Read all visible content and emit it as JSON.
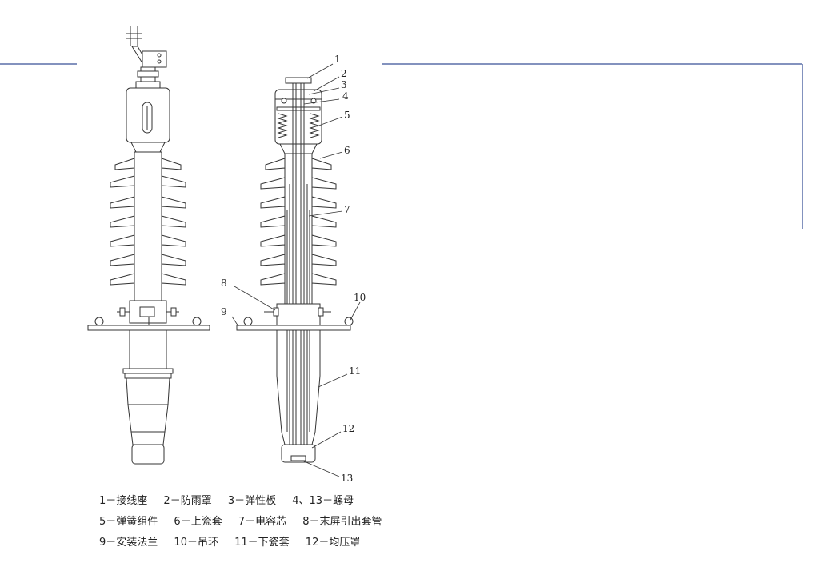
{
  "callouts": [
    "1",
    "2",
    "3",
    "4",
    "5",
    "6",
    "7",
    "8",
    "9",
    "10",
    "11",
    "12",
    "13"
  ],
  "legend": {
    "rows": [
      [
        "1－接线座",
        "2－防雨罩",
        "3－弹性板",
        "4、13－螺母"
      ],
      [
        "5－弹簧组件",
        "6－上瓷套",
        "7－电容芯",
        "8－末屏引出套管"
      ],
      [
        "9－安装法兰",
        "10－吊环",
        "11－下瓷套",
        "12－均压罩"
      ]
    ]
  },
  "colors": {
    "frame_line": "#5a6fa8",
    "drawing_line": "#333333"
  }
}
